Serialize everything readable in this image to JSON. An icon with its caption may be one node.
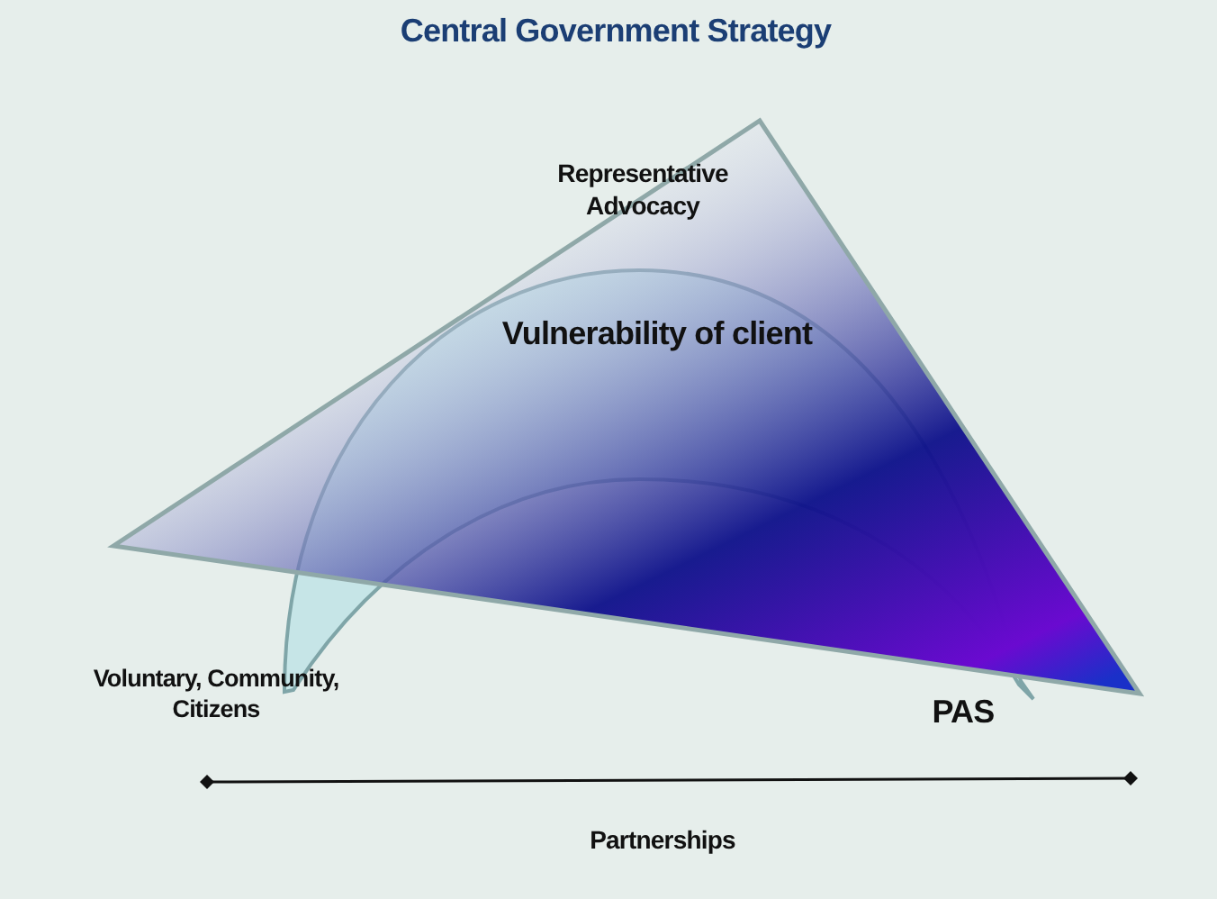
{
  "diagram": {
    "labels": [
      "Central Government Strategy",
      "Representative Advocacy",
      "Vulnerability of client",
      "Voluntary, Community, Citizens",
      "PAS",
      "Partnerships"
    ]
  }
}
